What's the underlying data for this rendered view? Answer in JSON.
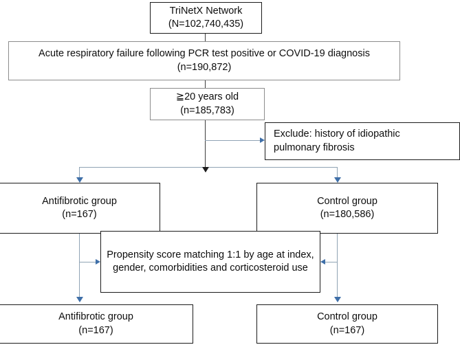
{
  "figure": {
    "type": "flowchart",
    "title": "Study population selection flow diagram",
    "colors": {
      "box_border_thin": "#8c8c8c",
      "box_border_thick": "#1a1a1a",
      "connector_line": "#8fa3b4",
      "connector_line_dark": "#3d3d3d",
      "arrowhead": "#3f6fa8",
      "text": "#0d0d0d",
      "background": "#ffffff"
    }
  },
  "nodes": {
    "source": {
      "line1": "TriNetX Network",
      "line2": "(N=102,740,435)",
      "text": "TriNetX Network\n(N=102,740,435)"
    },
    "inclusion_arf": {
      "line1": "Acute respiratory failure following PCR test positive or COVID-19 diagnosis",
      "line2": "(n=190,872)",
      "text": "Acute respiratory failure following PCR test positive or COVID-19 diagnosis\n(n=190,872)"
    },
    "age_filter": {
      "line1": "≧20 years old",
      "line2": "(n=185,783)",
      "text": "≧20 years old\n(n=185,783)"
    },
    "exclusion": {
      "line1": "Exclude: history of idiopathic",
      "line2": "pulmonary fibrosis",
      "text": "Exclude: history of idiopathic\npulmonary fibrosis"
    },
    "antifibrotic_pre": {
      "line1": "Antifibrotic group",
      "line2": "(n=167)",
      "text": "Antifibrotic group\n(n=167)"
    },
    "control_pre": {
      "line1": "Control group",
      "line2": "(n=180,586)",
      "text": "Control group\n(n=180,586)"
    },
    "matching": {
      "line1": "Propensity score matching 1:1 by age at",
      "line2": "index, gender, comorbidities and",
      "line3": "corticosteroid use",
      "text": "Propensity score matching 1:1 by age at index, gender, comorbidities and corticosteroid use"
    },
    "antifibrotic_post": {
      "line1": "Antifibrotic group",
      "line2": "(n=167)",
      "text": "Antifibrotic group\n(n=167)"
    },
    "control_post": {
      "line1": "Control group",
      "line2": "(n=167)",
      "text": "Control group\n(n=167)"
    }
  },
  "edges": [
    {
      "from": "source",
      "to": "inclusion_arf",
      "style": "straight-down"
    },
    {
      "from": "inclusion_arf",
      "to": "age_filter",
      "style": "straight-down"
    },
    {
      "from": "age_filter",
      "to": "exclusion",
      "style": "elbow-right",
      "arrow": "right"
    },
    {
      "from": "age_filter",
      "to": "split",
      "style": "straight-down",
      "arrow": "down"
    },
    {
      "from": "split",
      "to": "antifibrotic_pre",
      "style": "elbow-left",
      "arrow": "down"
    },
    {
      "from": "split",
      "to": "control_pre",
      "style": "elbow-right",
      "arrow": "down"
    },
    {
      "from": "antifibrotic_pre",
      "to": "matching",
      "style": "elbow-right",
      "arrow": "right"
    },
    {
      "from": "control_pre",
      "to": "matching",
      "style": "elbow-left",
      "arrow": "left"
    },
    {
      "from": "antifibrotic_pre",
      "to": "antifibrotic_post",
      "style": "straight-down",
      "arrow": "down"
    },
    {
      "from": "control_pre",
      "to": "control_post",
      "style": "straight-down",
      "arrow": "down"
    }
  ]
}
